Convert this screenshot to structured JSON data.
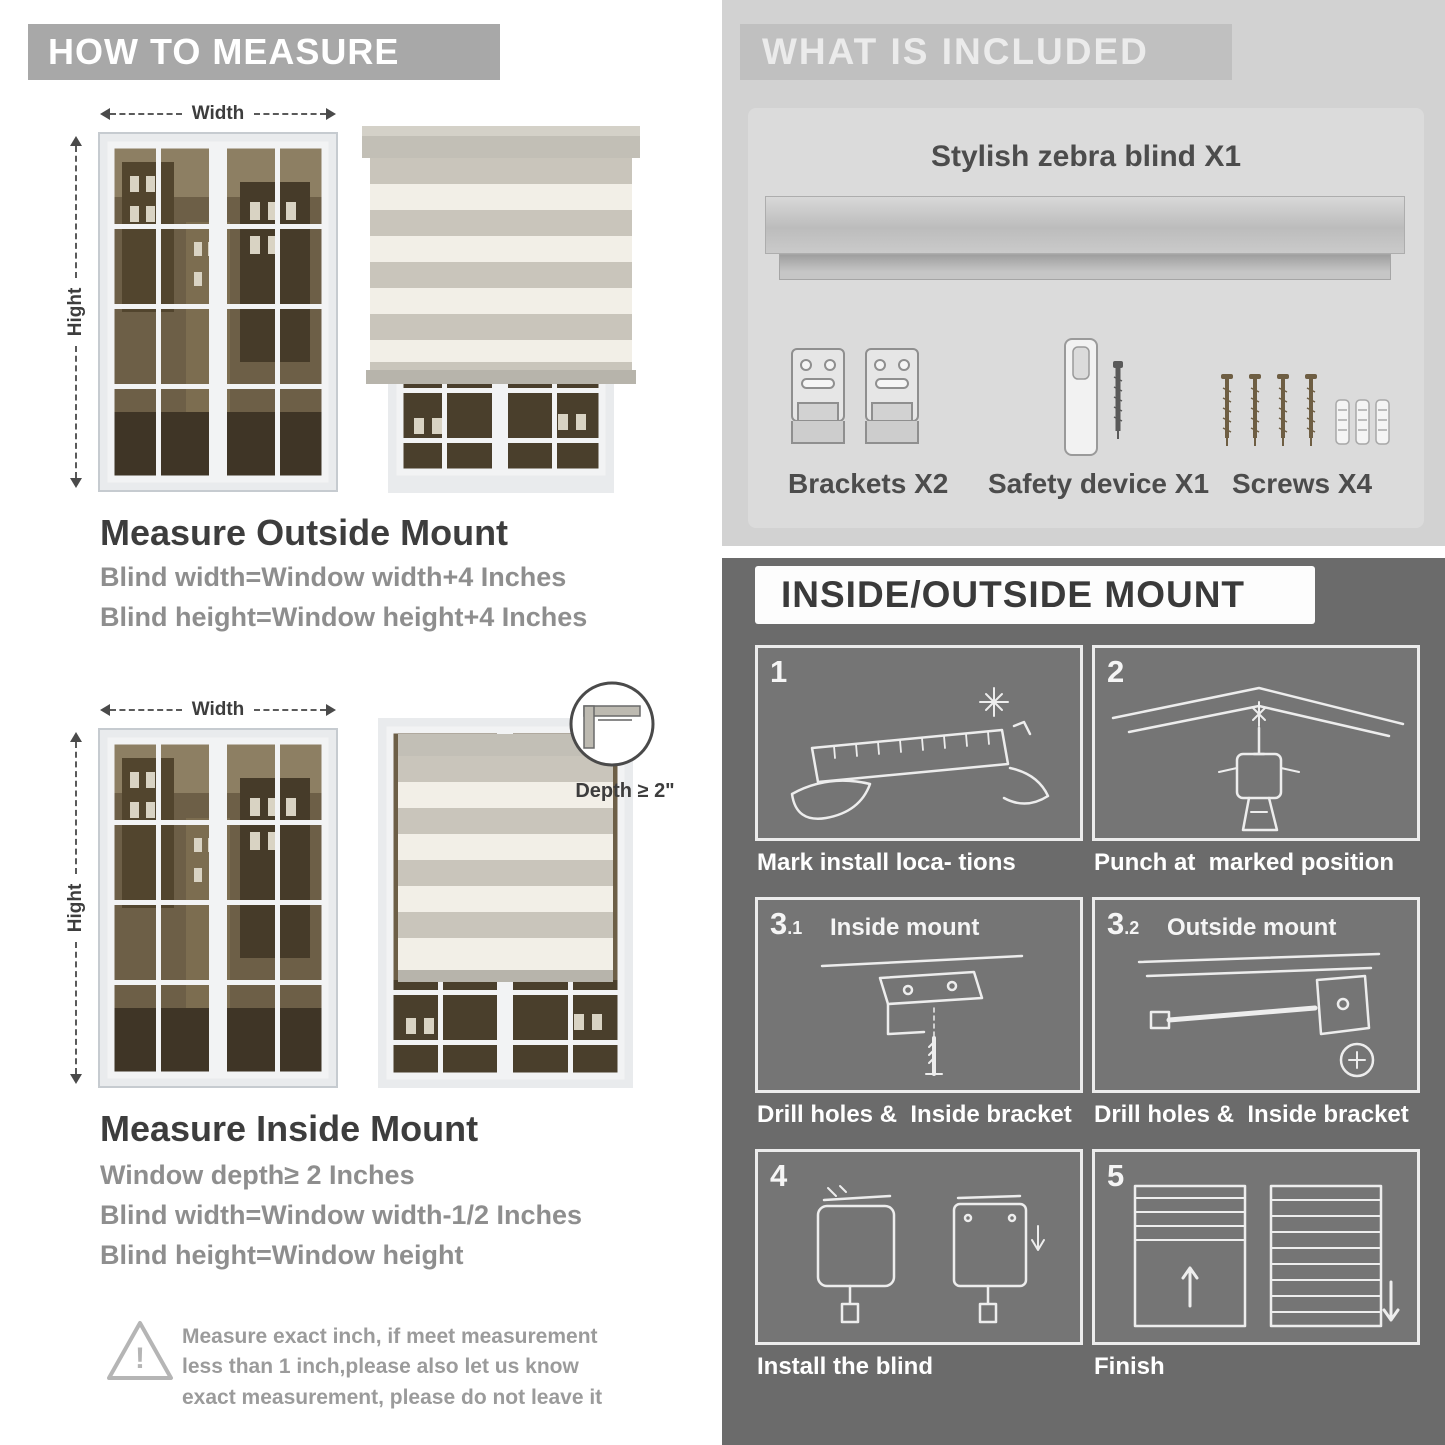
{
  "colors": {
    "banner_gray": "#a8a8a8",
    "panel_light": "#d2d2d2",
    "panel_dark": "#6b6b6b",
    "heading_dark": "#3d3d3d",
    "body_gray": "#8e8e8e"
  },
  "left": {
    "banner": "HOW TO MEASURE",
    "outside": {
      "width_label": "Width",
      "height_label": "Hight",
      "heading": "Measure Outside Mount",
      "line1": "Blind width=Window width+4 Inches",
      "line2": "Blind height=Window height+4 Inches"
    },
    "inside": {
      "width_label": "Width",
      "height_label": "Hight",
      "depth_label": "Depth ≥ 2\"",
      "heading": "Measure Inside Mount",
      "line1": "Window depth≥ 2 Inches",
      "line2": "Blind width=Window width-1/2 Inches",
      "line3": "Blind height=Window height"
    },
    "note": {
      "glyph": "!",
      "text": "Measure exact inch, if meet measurement less than 1 inch,please also let us know exact measurement, please do not leave it"
    }
  },
  "included": {
    "title": "WHAT IS INCLUDED",
    "product": "Stylish zebra blind X1",
    "items": [
      {
        "label": "Brackets X2"
      },
      {
        "label": "Safety device X1"
      },
      {
        "label": "Screws X4"
      }
    ]
  },
  "mount": {
    "title": "INSIDE/OUTSIDE MOUNT",
    "steps": [
      {
        "num": "1",
        "sub": "",
        "label": "",
        "caption": "Mark install loca- tions"
      },
      {
        "num": "2",
        "sub": "",
        "label": "",
        "caption": "Punch at  marked position"
      },
      {
        "num": "3",
        "sub": ".1",
        "label": "Inside mount",
        "caption": "Drill holes &  Inside bracket"
      },
      {
        "num": "3",
        "sub": ".2",
        "label": "Outside mount",
        "caption": "Drill holes &  Inside bracket"
      },
      {
        "num": "4",
        "sub": "",
        "label": "",
        "caption": "Install the blind"
      },
      {
        "num": "5",
        "sub": "",
        "label": "",
        "caption": "Finish"
      }
    ]
  }
}
